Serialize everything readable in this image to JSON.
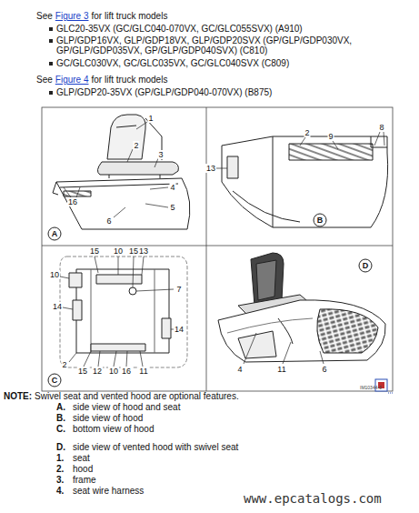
{
  "diagram": {
    "labels": [
      "See",
      "Figure 3",
      "for lift truck models",
      "GLC20-35VX (GC/GLC040-070VX, GC/GLC055SVX) (A910)",
      "GLP/GDP16VX, GLP/GDP18VX, GLP/GDP20SVX (GP/GLP/GDP030VX, GP/GLP/GDP035VX, GP/GLP/GDP040SVX) (C810)",
      "GC/GLC030VX, GC/GLC035VX, GC/GLC040SVX (C809)",
      "See",
      "Figure 4",
      "for lift truck models",
      "GLP/GDP20-35VX (GP/GLP/GDP040-070VX) (B875)",
      "1",
      "2",
      "3",
      "4",
      "5",
      "6",
      "16",
      "A",
      "2",
      "9",
      "8",
      "13",
      "B",
      "15",
      "10",
      "15",
      "13",
      "10",
      "14",
      "7",
      "14",
      "2",
      "15",
      "12",
      "10",
      "16",
      "11",
      "C",
      "4",
      "11",
      "6",
      "D",
      "IM10344-6",
      "NOTE:",
      "Swivel seat and vented hood are optional features.",
      "A.",
      "side view of hood and seat",
      "B.",
      "side view of hood",
      "C.",
      "bottom view of hood",
      "D.",
      "side view of vented hood with swivel seat",
      "1.",
      "seat",
      "2.",
      "hood",
      "3.",
      "frame",
      "4.",
      "seat wire harness",
      "www.epcatalogs.com"
    ]
  }
}
